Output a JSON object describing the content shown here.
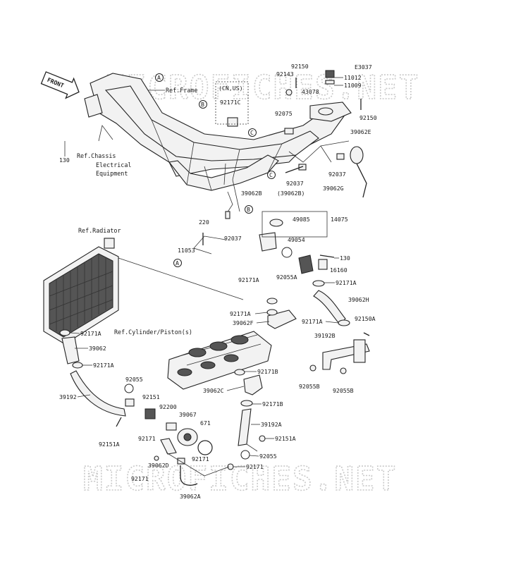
{
  "diagram_code": "E3037",
  "watermark": "MICROFICHES.NET",
  "front_marker": "FRONT",
  "callouts": [
    "A",
    "B",
    "C"
  ],
  "notes": {
    "cn_us": "(CN,US)",
    "paren_39062b": "(39062B)"
  },
  "refs": {
    "frame": "Ref.Frame",
    "chassis_1": "Ref.Chassis",
    "chassis_2": "Electrical",
    "chassis_3": "Equipment",
    "radiator": "Ref.Radiator",
    "cylinder": "Ref.Cylinder/Piston(s)"
  },
  "parts": {
    "p92150_top": "92150",
    "p92143": "92143",
    "p11012": "11012",
    "p11009": "11009",
    "p43078": "43078",
    "p92171c": "92171C",
    "p92075": "92075",
    "p92150_r": "92150",
    "p39062e": "39062E",
    "p130_l": "130",
    "p92037_a": "92037",
    "p92037_b": "92037",
    "p39062g": "39062G",
    "p39062b": "39062B",
    "p220": "220",
    "p92037_c": "92037",
    "p49085": "49085",
    "p14075": "14075",
    "p11053": "11053",
    "p49054": "49054",
    "p130_r": "130",
    "p16160": "16160",
    "p92055a": "92055A",
    "p92171a_1": "92171A",
    "p92171a_2": "92171A",
    "p39062h": "39062H",
    "p92171a_3": "92171A",
    "p39062f": "39062F",
    "p92171a_4": "92171A",
    "p92150a": "92150A",
    "p39192b": "39192B",
    "p92171a_5": "92171A",
    "p39062": "39062",
    "p92171a_6": "92171A",
    "p92171b_1": "92171B",
    "p92055_l": "92055",
    "p39062c": "39062C",
    "p92055b_1": "92055B",
    "p92055b_2": "92055B",
    "p39192": "39192",
    "p92151": "92151",
    "p92171b_2": "92171B",
    "p92200": "92200",
    "p39067": "39067",
    "p671": "671",
    "p39192a": "39192A",
    "p92151a_l": "92151A",
    "p92171_l": "92171",
    "p92151a_r": "92151A",
    "p39062d": "39062D",
    "p92171_m": "92171",
    "p92055_m": "92055",
    "p92171_r": "92171",
    "p92171_b": "92171",
    "p39062a": "39062A"
  }
}
